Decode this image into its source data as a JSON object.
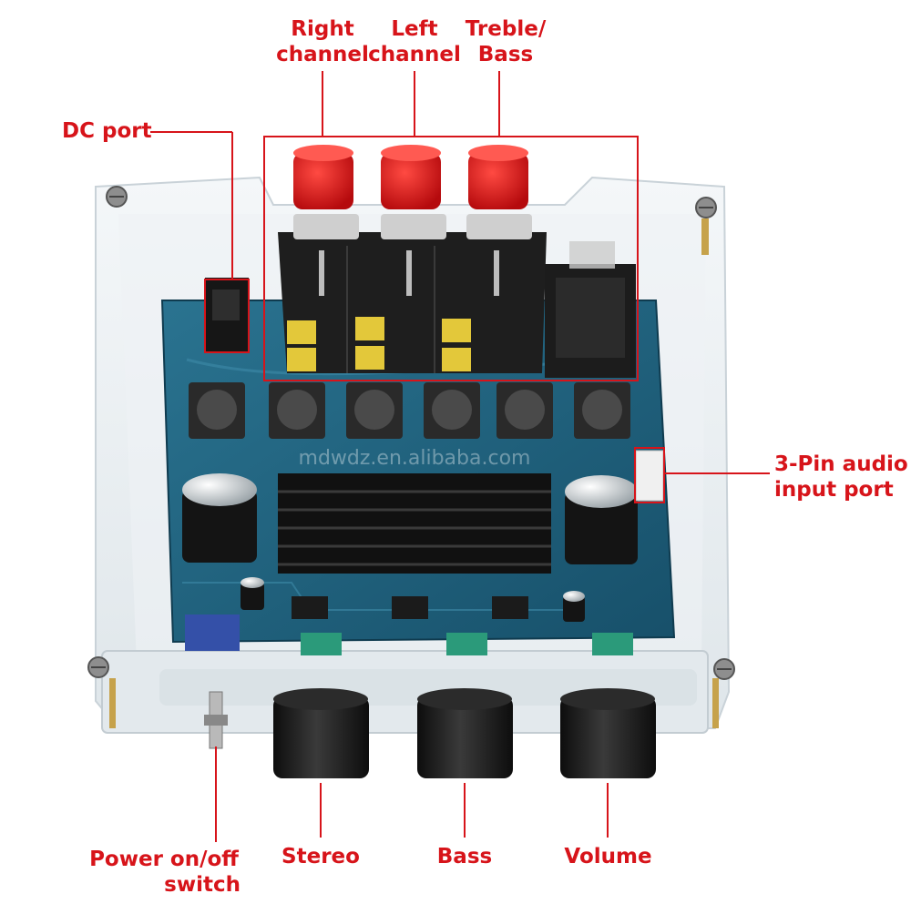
{
  "labels": {
    "right_channel": [
      "Right",
      "channel"
    ],
    "left_channel": [
      "Left",
      "channel"
    ],
    "treble_bass": [
      "Treble/",
      "Bass"
    ],
    "dc_port": "DC port",
    "audio_input": [
      "3-Pin audio",
      "input port"
    ],
    "power_switch": [
      "Power on/off",
      "switch"
    ],
    "stereo": "Stereo",
    "bass": "Bass",
    "volume": "Volume"
  },
  "watermark": "mdwdz.en.alibaba.com",
  "colors": {
    "label": "#d7141a",
    "pcb": "#1f5f7a",
    "terminal_cap": "#d90e13",
    "knob": "#1a1a1a",
    "acrylic": "#e9eef2"
  }
}
